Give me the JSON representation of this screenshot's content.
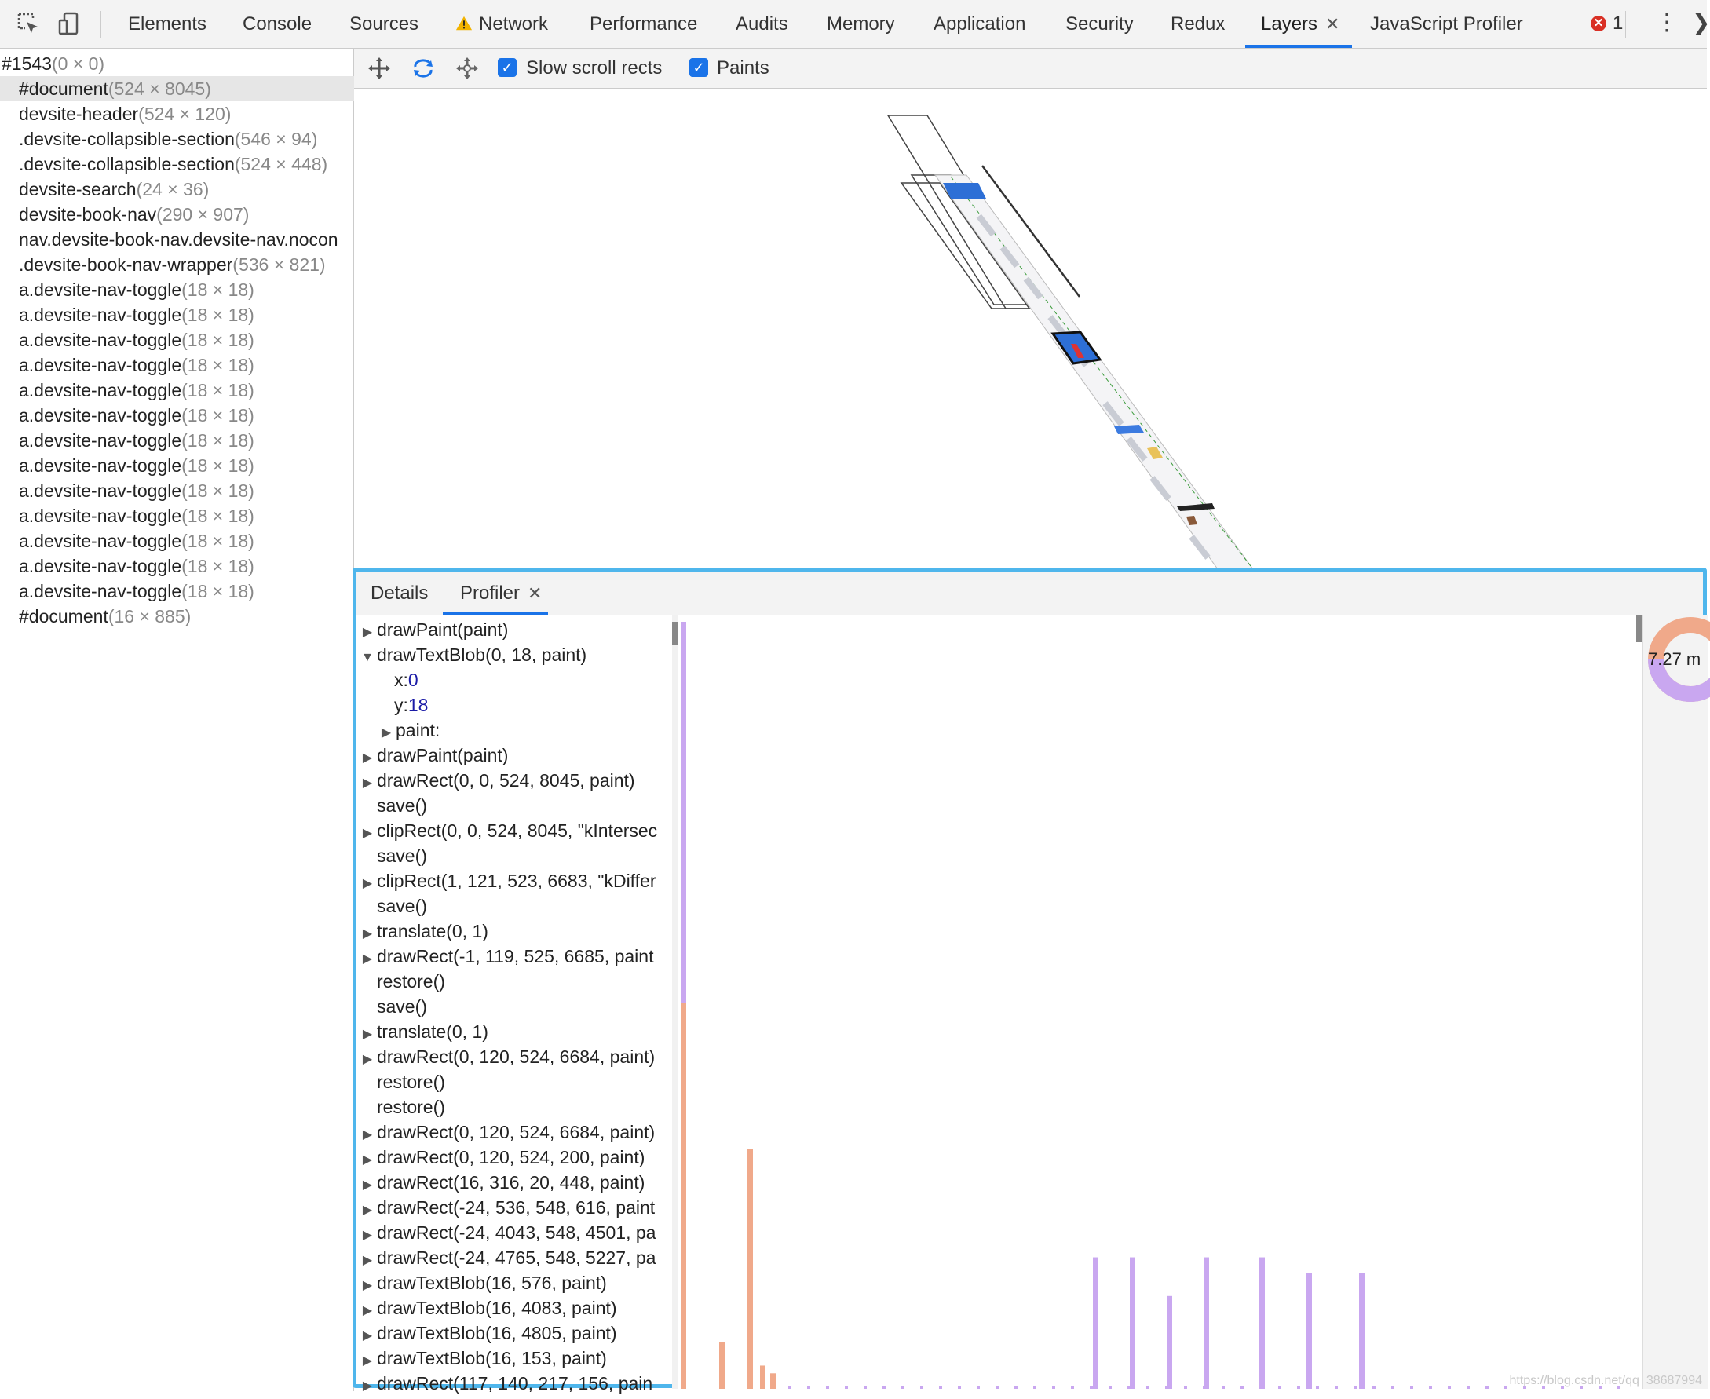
{
  "toolbar": {
    "tabs": [
      {
        "label": "Elements"
      },
      {
        "label": "Console"
      },
      {
        "label": "Sources"
      },
      {
        "label": "Network"
      },
      {
        "label": "Performance"
      },
      {
        "label": "Audits"
      },
      {
        "label": "Memory"
      },
      {
        "label": "Application"
      },
      {
        "label": "Security"
      },
      {
        "label": "Redux"
      },
      {
        "label": "Layers"
      },
      {
        "label": "JavaScript Profiler"
      }
    ],
    "active_tab": "Layers",
    "close_glyph": "✕",
    "error_count": "1",
    "error_glyph": "✕",
    "icons": [
      "inspect-element-icon",
      "device-toggle-icon",
      "network-warning-icon",
      "error-icon",
      "more-menu-icon",
      "dock-chevron-icon"
    ]
  },
  "tree": {
    "rows": [
      {
        "name": "#1543",
        "size": "(0 × 0)"
      },
      {
        "name": "#document",
        "size": "(524 × 8045)"
      },
      {
        "name": "devsite-header",
        "size": "(524 × 120)"
      },
      {
        "name": ".devsite-collapsible-section",
        "size": "(546 × 94)"
      },
      {
        "name": ".devsite-collapsible-section",
        "size": "(524 × 448)"
      },
      {
        "name": "devsite-search",
        "size": "(24 × 36)"
      },
      {
        "name": "devsite-book-nav",
        "size": "(290 × 907)"
      },
      {
        "name": "nav.devsite-book-nav.devsite-nav.nocon",
        "size": ""
      },
      {
        "name": ".devsite-book-nav-wrapper",
        "size": "(536 × 821)"
      },
      {
        "name": "a.devsite-nav-toggle",
        "size": "(18 × 18)"
      },
      {
        "name": "a.devsite-nav-toggle",
        "size": "(18 × 18)"
      },
      {
        "name": "a.devsite-nav-toggle",
        "size": "(18 × 18)"
      },
      {
        "name": "a.devsite-nav-toggle",
        "size": "(18 × 18)"
      },
      {
        "name": "a.devsite-nav-toggle",
        "size": "(18 × 18)"
      },
      {
        "name": "a.devsite-nav-toggle",
        "size": "(18 × 18)"
      },
      {
        "name": "a.devsite-nav-toggle",
        "size": "(18 × 18)"
      },
      {
        "name": "a.devsite-nav-toggle",
        "size": "(18 × 18)"
      },
      {
        "name": "a.devsite-nav-toggle",
        "size": "(18 × 18)"
      },
      {
        "name": "a.devsite-nav-toggle",
        "size": "(18 × 18)"
      },
      {
        "name": "a.devsite-nav-toggle",
        "size": "(18 × 18)"
      },
      {
        "name": "a.devsite-nav-toggle",
        "size": "(18 × 18)"
      },
      {
        "name": "a.devsite-nav-toggle",
        "size": "(18 × 18)"
      },
      {
        "name": "#document",
        "size": "(16 × 885)"
      }
    ],
    "selected": "#document"
  },
  "layers_bar": {
    "icons": [
      "pan-mode-icon",
      "rotate-mode-icon",
      "reset-transform-icon"
    ],
    "checkboxes": [
      {
        "label": "Slow scroll rects",
        "checked": true
      },
      {
        "label": "Paints",
        "checked": true
      }
    ],
    "check_glyph": "✓"
  },
  "bottom": {
    "tabs": [
      {
        "label": "Details"
      },
      {
        "label": "Profiler"
      }
    ],
    "active_tab": "Profiler",
    "close_glyph": "✕"
  },
  "commands": [
    {
      "text": "drawPaint(paint)",
      "tri": "▶"
    },
    {
      "text": "drawTextBlob(0, 18, paint)",
      "tri": "▼"
    },
    {
      "key": "x:",
      "val": "0"
    },
    {
      "key": "y:",
      "val": "18"
    },
    {
      "text": "paint:",
      "tri": "▶",
      "indent": true
    },
    {
      "text": "drawPaint(paint)",
      "tri": "▶"
    },
    {
      "text": "drawRect(0, 0, 524, 8045, paint)",
      "tri": "▶"
    },
    {
      "text": "save()",
      "tri": ""
    },
    {
      "text": "clipRect(0, 0, 524, 8045, \"kIntersec",
      "tri": "▶"
    },
    {
      "text": "save()",
      "tri": ""
    },
    {
      "text": "clipRect(1, 121, 523, 6683, \"kDiffer",
      "tri": "▶"
    },
    {
      "text": "save()",
      "tri": ""
    },
    {
      "text": "translate(0, 1)",
      "tri": "▶"
    },
    {
      "text": "drawRect(-1, 119, 525, 6685, paint",
      "tri": "▶"
    },
    {
      "text": "restore()",
      "tri": ""
    },
    {
      "text": "save()",
      "tri": ""
    },
    {
      "text": "translate(0, 1)",
      "tri": "▶"
    },
    {
      "text": "drawRect(0, 120, 524, 6684, paint)",
      "tri": "▶"
    },
    {
      "text": "restore()",
      "tri": ""
    },
    {
      "text": "restore()",
      "tri": ""
    },
    {
      "text": "drawRect(0, 120, 524, 6684, paint)",
      "tri": "▶"
    },
    {
      "text": "drawRect(0, 120, 524, 200, paint)",
      "tri": "▶"
    },
    {
      "text": "drawRect(16, 316, 20, 448, paint)",
      "tri": "▶"
    },
    {
      "text": "drawRect(-24, 536, 548, 616, paint",
      "tri": "▶"
    },
    {
      "text": "drawRect(-24, 4043, 548, 4501, pa",
      "tri": "▶"
    },
    {
      "text": "drawRect(-24, 4765, 548, 5227, pa",
      "tri": "▶"
    },
    {
      "text": "drawTextBlob(16, 576, paint)",
      "tri": "▶"
    },
    {
      "text": "drawTextBlob(16, 4083, paint)",
      "tri": "▶"
    },
    {
      "text": "drawTextBlob(16, 4805, paint)",
      "tri": "▶"
    },
    {
      "text": "drawTextBlob(16, 153, paint)",
      "tri": "▶"
    },
    {
      "text": "drawRect(117, 140, 217, 156, pain",
      "tri": "▶"
    }
  ],
  "profiler": {
    "total_label": "7.27 m",
    "colors": {
      "accent": "#1a73e8",
      "highlight_border": "#4fb6ec",
      "bar_purple": "#c9a7f0",
      "bar_orange": "#f0a98a"
    },
    "bars": [
      {
        "color": "orange",
        "value": 0.06
      },
      {
        "color": "orange",
        "value": 0.31
      },
      {
        "color": "orange",
        "value": 0.03
      },
      {
        "color": "orange",
        "value": 0.02
      },
      {
        "color": "purple",
        "value": 0.17
      },
      {
        "color": "purple",
        "value": 0.17
      },
      {
        "color": "purple",
        "value": 0.12
      },
      {
        "color": "purple",
        "value": 0.17
      },
      {
        "color": "purple",
        "value": 0.17
      },
      {
        "color": "purple",
        "value": 0.15
      },
      {
        "color": "purple",
        "value": 0.15
      }
    ]
  },
  "watermark": "https://blog.csdn.net/qq_38687994"
}
